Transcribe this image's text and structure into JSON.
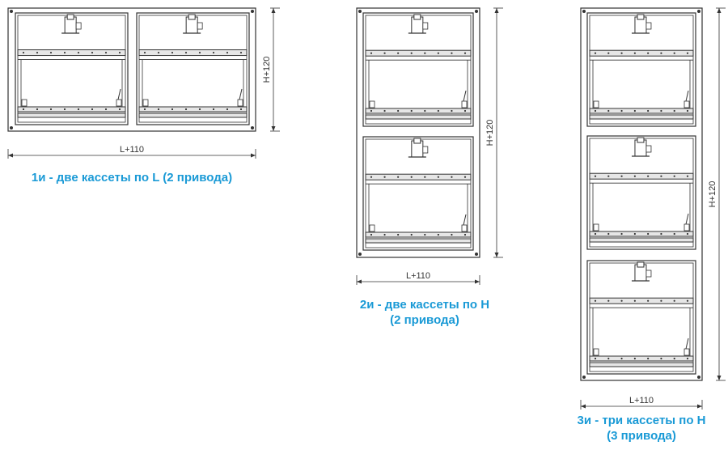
{
  "variants": [
    {
      "id": "1i",
      "caption_lines": [
        "1и - две кассеты по L (2 привода)"
      ],
      "width_label": "L+110",
      "height_label": "H+120",
      "cassettes": 2,
      "arrangement": "horizontal"
    },
    {
      "id": "2i",
      "caption_lines": [
        "2и - две кассеты по H",
        "(2 привода)"
      ],
      "width_label": "L+110",
      "height_label": "H+120",
      "cassettes": 2,
      "arrangement": "vertical"
    },
    {
      "id": "3i",
      "caption_lines": [
        "3и - три кассеты по H",
        "(3 привода)"
      ],
      "width_label": "L+110",
      "height_label": "H+120",
      "cassettes": 3,
      "arrangement": "vertical"
    }
  ],
  "colors": {
    "caption": "#1a9ad6",
    "line": "#333333",
    "frame_fill": "#ffffff",
    "rail_fill": "#e6e6e6"
  }
}
